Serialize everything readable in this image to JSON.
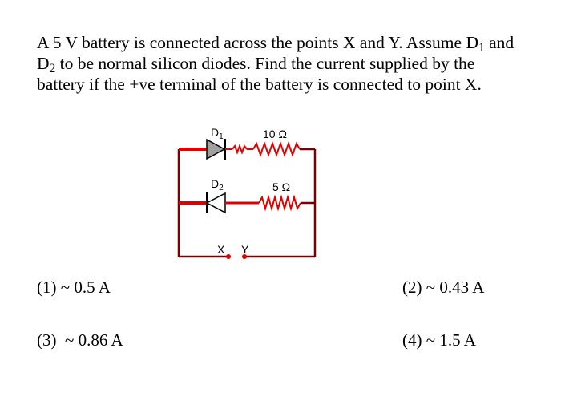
{
  "question": {
    "part1": "A 5 V battery is connected across the points X and Y. Assume D",
    "sub1": "1",
    "part2": " and D",
    "sub2": "2",
    "part3": " to be normal silicon diodes. Find the current supplied by the battery if the +ve terminal of the battery is connected to point X."
  },
  "circuit": {
    "d1_label": "D",
    "d1_sub": "1",
    "d2_label": "D",
    "d2_sub": "2",
    "r1_label": "10 Ω",
    "r2_label": "5 Ω",
    "x_label": "X",
    "y_label": "Y",
    "wire_color": "#7a0000",
    "highlight_color": "#e00000",
    "diode_fill": "#a0a0a0"
  },
  "options": [
    {
      "number": "(1)",
      "text": "~ 0.5 A"
    },
    {
      "number": "(2)",
      "text": "~ 0.43 A"
    },
    {
      "number": "(3)",
      "text": "~ 0.86 A"
    },
    {
      "number": "(4)",
      "text": "~ 1.5 A"
    }
  ]
}
